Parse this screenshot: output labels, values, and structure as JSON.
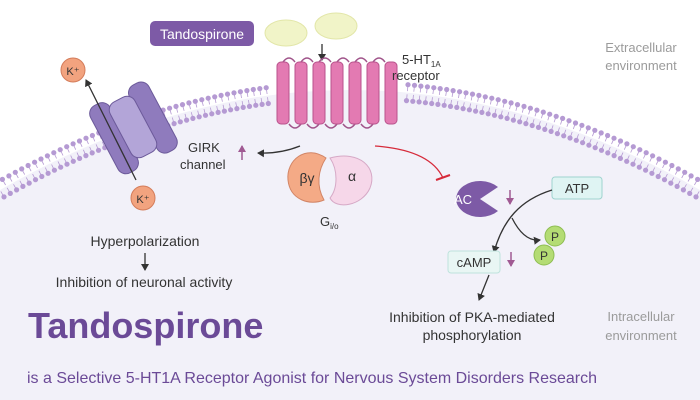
{
  "drug_badge": "Tandospirone",
  "receptor": {
    "name": "5-HT",
    "subscript": "1A",
    "suffix": "receptor"
  },
  "environment": {
    "extracellular_line1": "Extracellular",
    "extracellular_line2": "environment",
    "intracellular_line1": "Intracellular",
    "intracellular_line2": "environment"
  },
  "girk": {
    "line1": "GIRK",
    "line2": "channel"
  },
  "g_protein": {
    "beta_gamma": "βγ",
    "alpha": "α",
    "label": "G",
    "subscript": "i/o"
  },
  "ions": {
    "k_out": "K⁺",
    "k_in": "K⁺"
  },
  "enzymes": {
    "ac": "AC",
    "atp": "ATP",
    "camp": "cAMP",
    "phosphate_1": "P",
    "phosphate_2": "P"
  },
  "effects": {
    "hyperpolarization": "Hyperpolarization",
    "neuronal_inhibition": "Inhibition of neuronal activity",
    "pka_line1": "Inhibition of PKA-mediated",
    "pka_line2": "phosphorylation"
  },
  "title": "Tandospirone",
  "subtitle": "is a Selective 5-HT1A Receptor Agonist for Nervous System Disorders Research",
  "colors": {
    "membrane": "#b59ad3",
    "intracellular_fill": "#f2f1f9",
    "drug_badge": "#7d5aa6",
    "receptor": "#e37ab2",
    "k_ion": "#f2a37f",
    "channel": "#9c88c6",
    "beta_gamma": "#f4aa86",
    "alpha": "#f6d7e9",
    "ac": "#7d5aa6",
    "atp": "#dff4f3",
    "camp": "#e9f6f4",
    "phosphate": "#b4dc74",
    "ligand": "#f1f4c8",
    "title": "#6b4a97",
    "inhibit_arrow": "#d62a3a",
    "up_down_arrow": "#a05a93"
  }
}
